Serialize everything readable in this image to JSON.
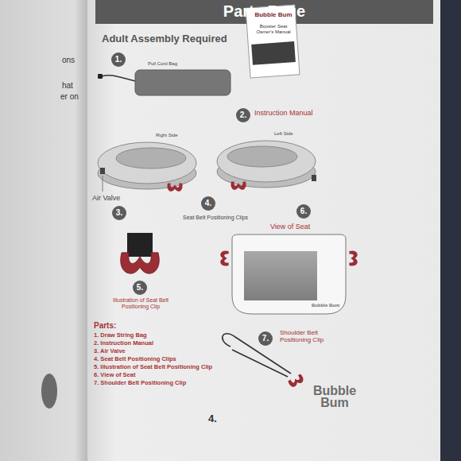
{
  "diagram": {
    "title": "Parts Page",
    "nodes": [
      {
        "text": [
          "1."
        ]
      },
      {
        "text": [
          "2."
        ]
      },
      {
        "text": [
          "3."
        ]
      },
      {
        "text": [
          "4."
        ]
      },
      {
        "text": [
          "5."
        ]
      },
      {
        "text": [
          "6."
        ]
      },
      {
        "text": [
          "7."
        ]
      }
    ],
    "labels": [
      "Adult Assembly Required",
      "Pull Cord Bag",
      "Bubble Bum",
      "Booster Seat Owner's Manual",
      "Instruction Manual",
      "Right Side",
      "Left Side",
      "Air Valve",
      "Seat Belt Positioning Clips",
      "View of Seat",
      "Illustration of Seat Belt Positioning Clip",
      "Bubble Bum",
      "Parts:",
      "1. Draw String Bag",
      "2. Instruction Manual",
      "3. Air Valve",
      "4. Seat Belt Positioning Clips",
      "5. Illustration of Seat Belt Positioning Clip",
      "6. View of Seat",
      "7. Shoulder Belt Positioning Clip",
      "Shoulder Belt Positioning Clip",
      "4.",
      "Bubble Bum",
      "ons",
      "hat",
      "er on"
    ]
  }
}
